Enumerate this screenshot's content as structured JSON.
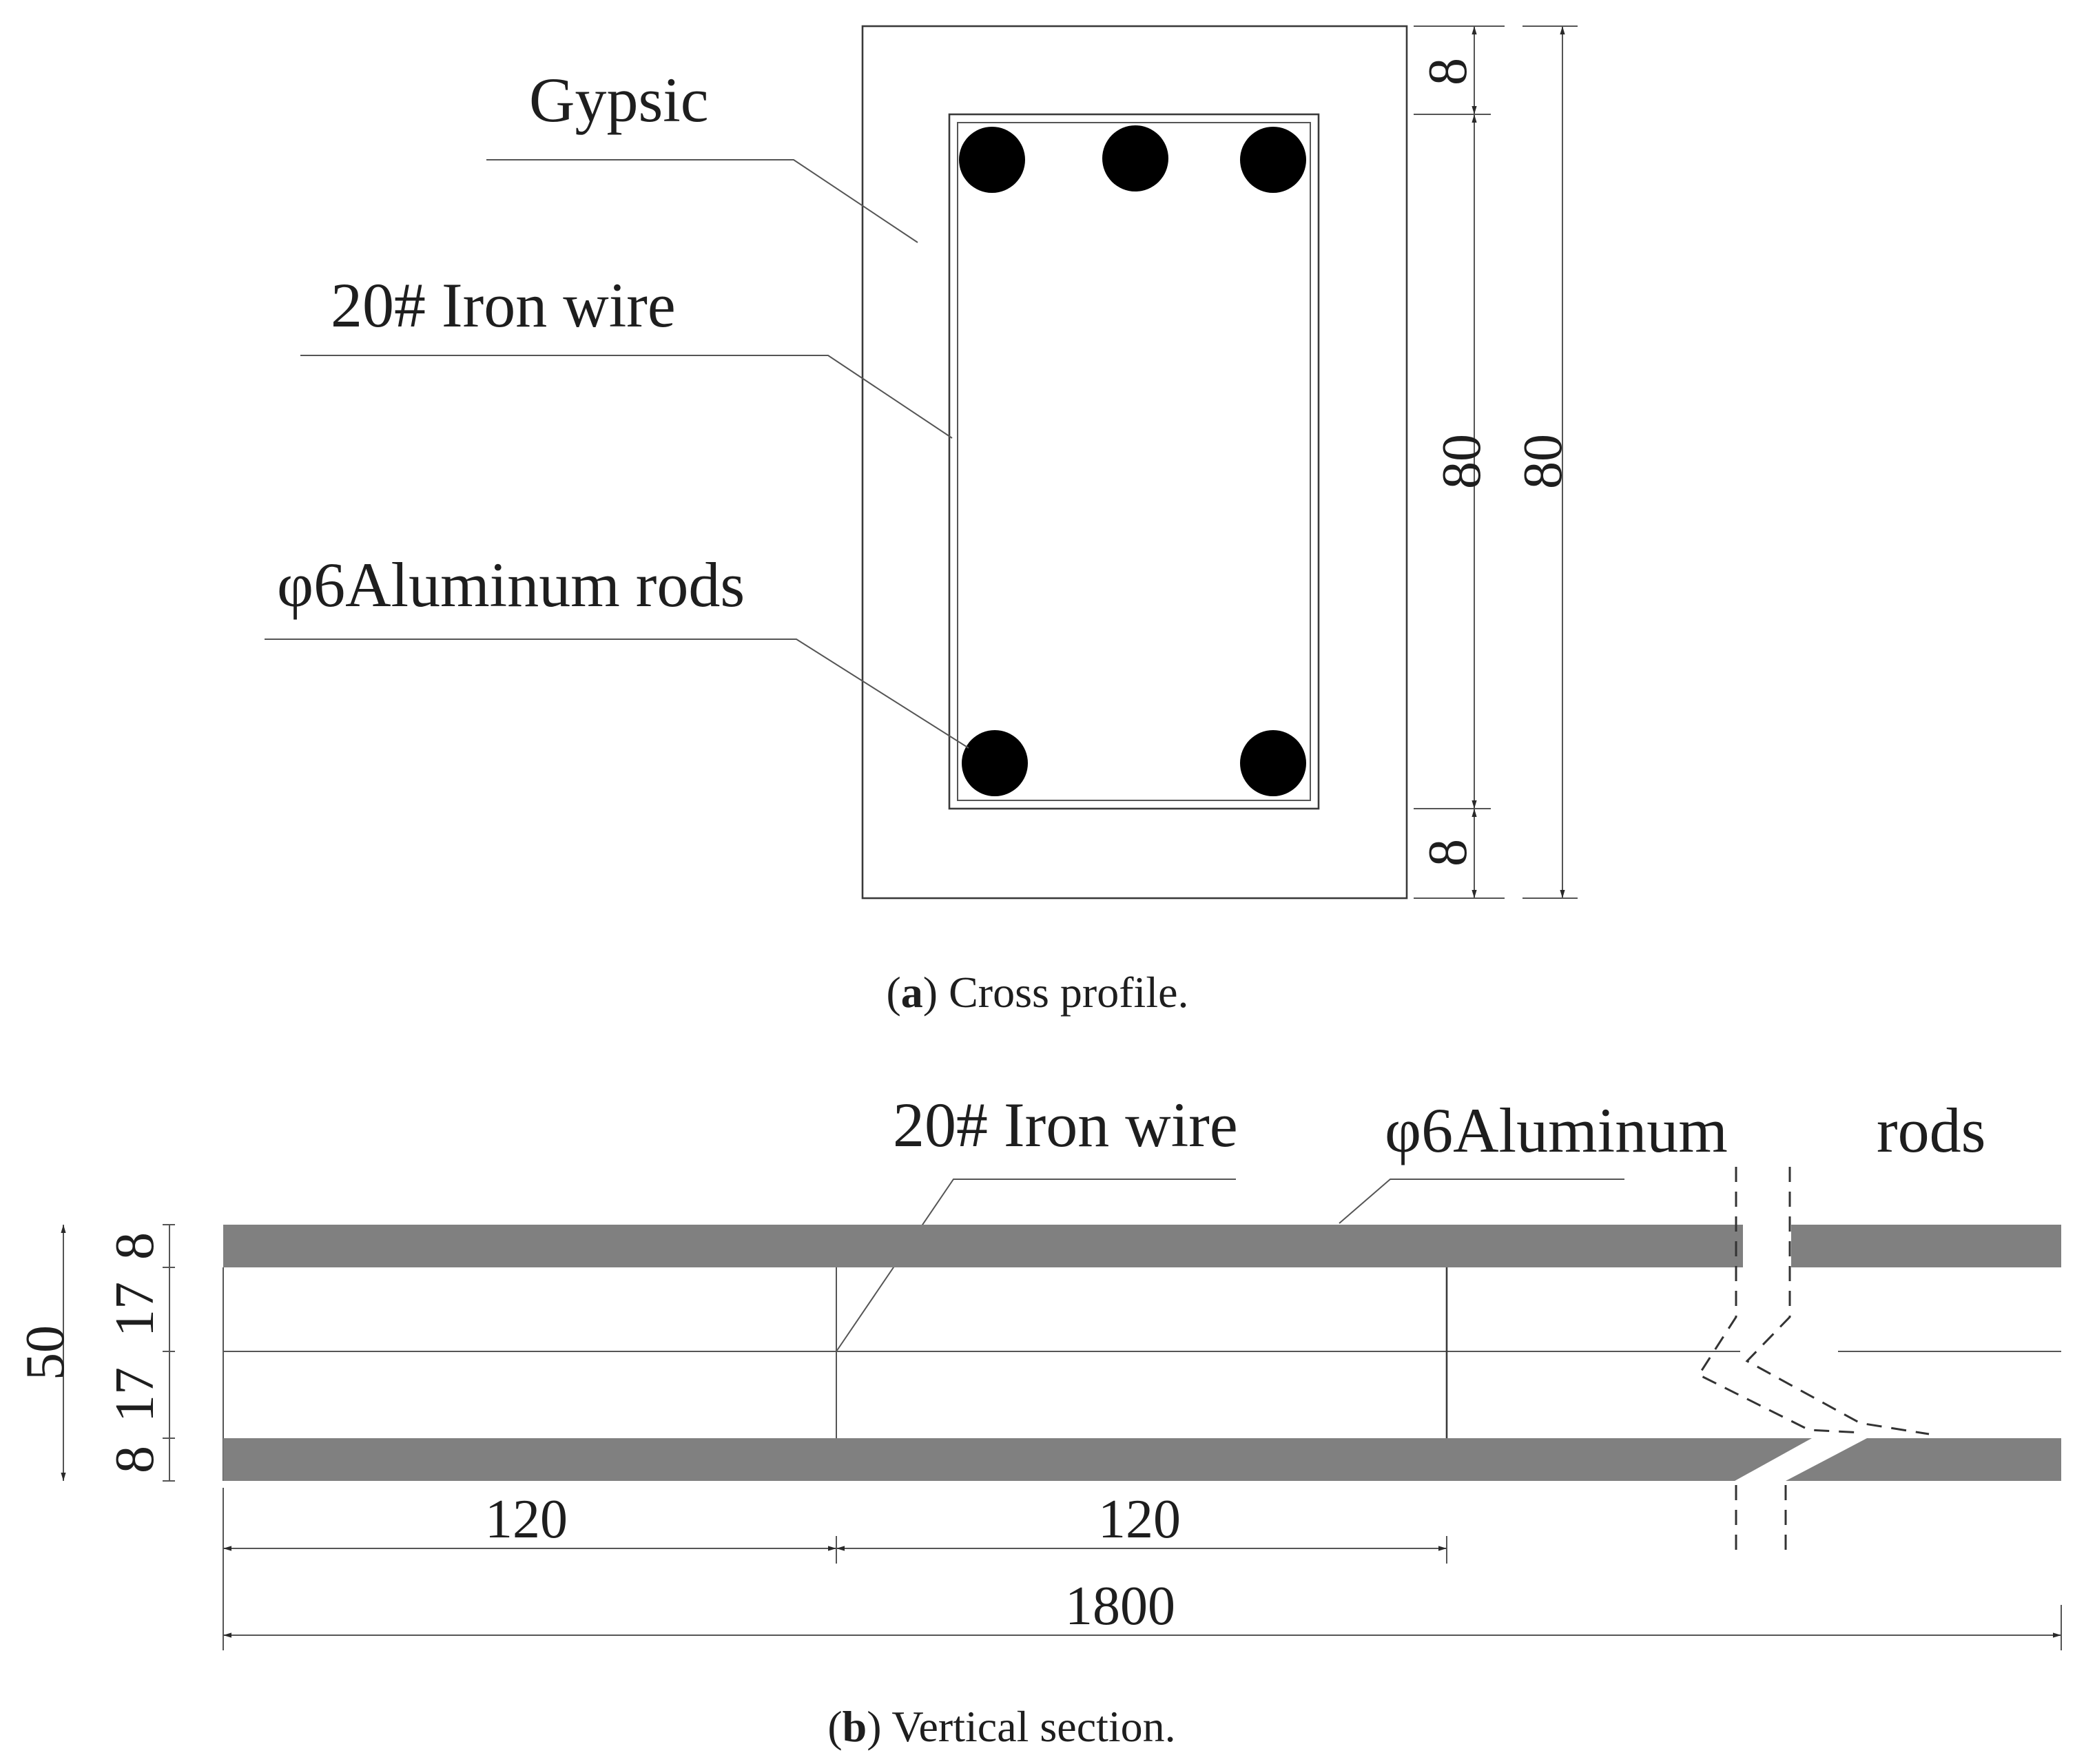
{
  "cross_profile": {
    "label_gypsic": "Gypsic",
    "label_iron_wire": "20# Iron wire",
    "label_aluminum_rods": "φ6Aluminum rods",
    "dim_top_cover": "8",
    "dim_inner_height": "80",
    "dim_total_height": "80",
    "dim_bottom_cover": "8",
    "caption_letter": "a",
    "caption_text": "Cross profile.",
    "caption_open": "(",
    "caption_close": ")"
  },
  "vertical_section": {
    "label_iron_wire": "20# Iron wire",
    "label_aluminum": "φ6Aluminum",
    "label_rods": "rods",
    "dim_height_total": "50",
    "dim_stack_top": "8",
    "dim_stack_mid_top": "17",
    "dim_stack_mid_bottom": "17",
    "dim_stack_bottom": "8",
    "dim_spacing_1": "120",
    "dim_spacing_2": "120",
    "dim_length": "1800",
    "caption_letter": "b",
    "caption_text": "Vertical section.",
    "caption_open": "(",
    "caption_close": ")"
  },
  "colors": {
    "rod_fill": "#000000",
    "bar_fill": "#808080",
    "line": "#3a3a3a"
  }
}
